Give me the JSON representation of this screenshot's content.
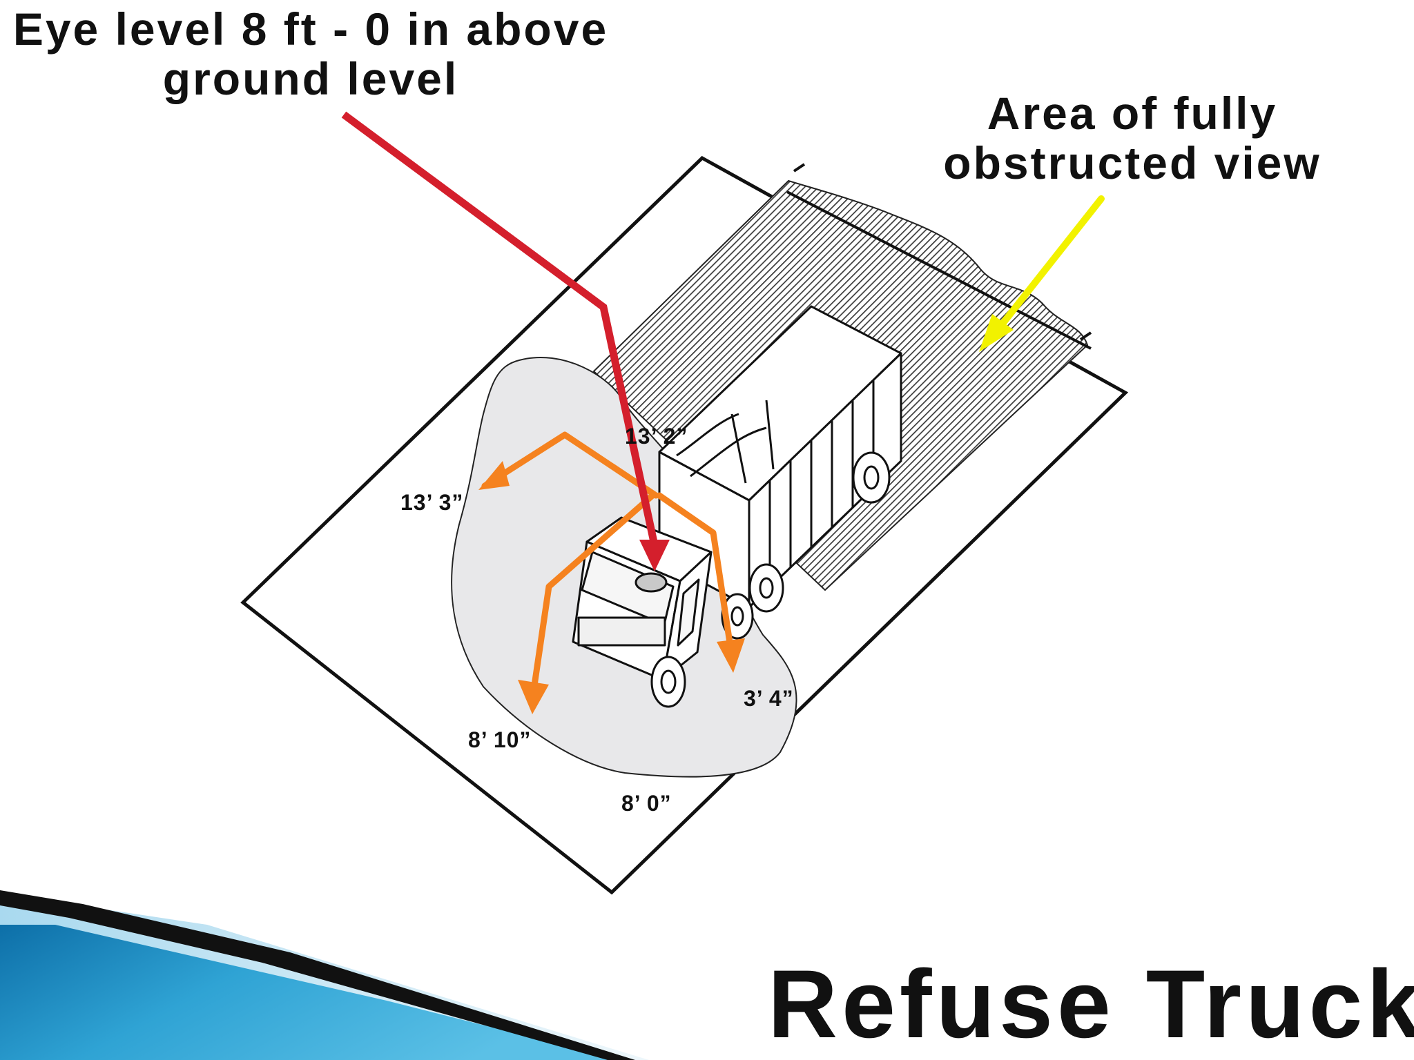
{
  "callouts": {
    "eye_level_line1": "Eye level 8 ft - 0 in above",
    "eye_level_line2": "ground level",
    "obstructed_line1": "Area of fully",
    "obstructed_line2": "obstructed view"
  },
  "dimensions": {
    "rear_left": "13’ 3”",
    "rear_center": "13’ 2”",
    "left_side": "8’ 10”",
    "front": "8’ 0”",
    "right_side": "3’ 4”"
  },
  "slide": {
    "title": "Refuse Truck"
  },
  "colors": {
    "eye_arrow": "#d41f2c",
    "sight_arrows": "#f5821f",
    "obstructed_pointer": "#f2f200",
    "visible_zone": "#e8e8ea",
    "obstructed_hatch": "#555555",
    "accent_band": "#1c8fc4"
  }
}
